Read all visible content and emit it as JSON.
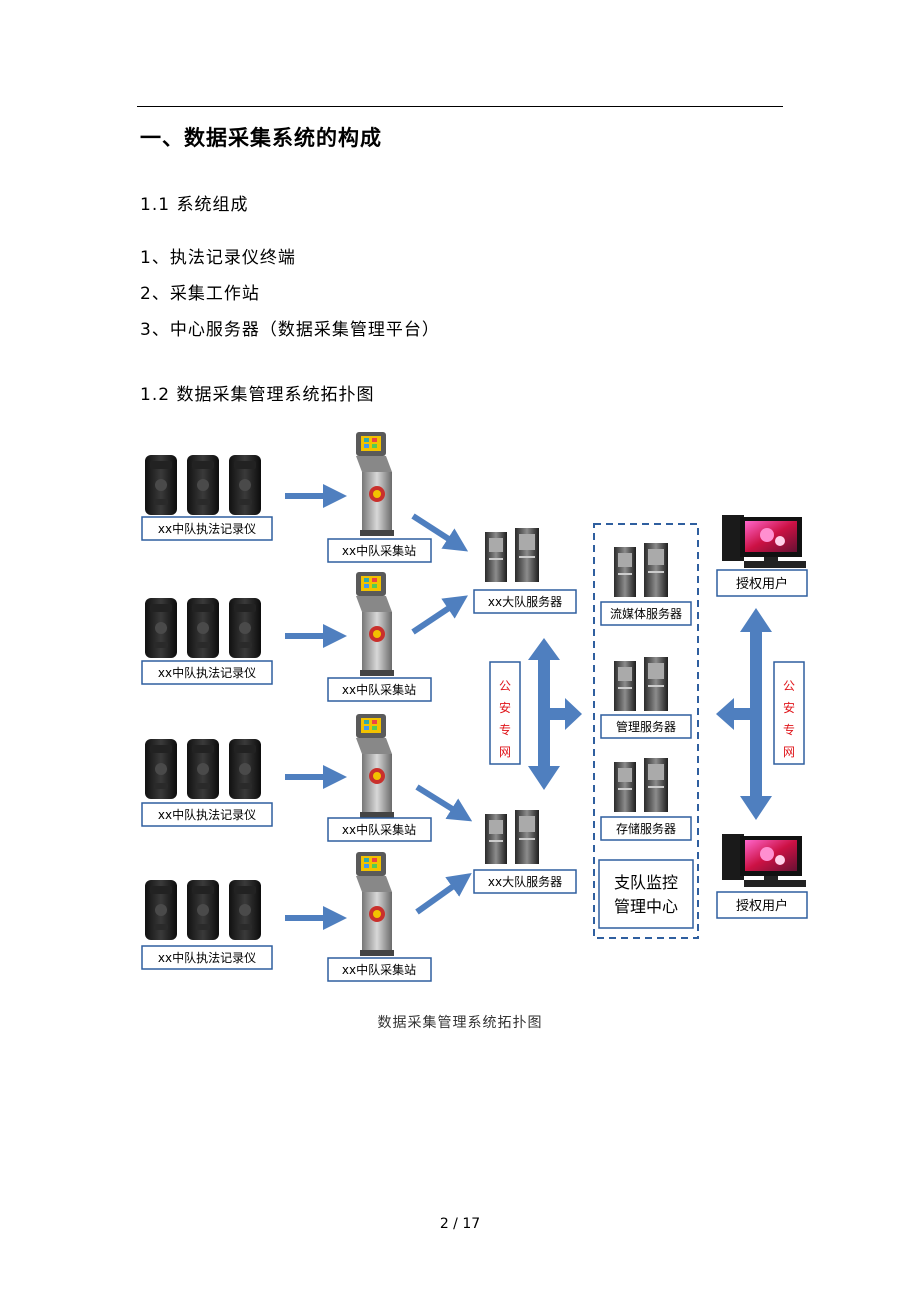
{
  "heading": "一、数据采集系统的构成",
  "section_1_1": "1.1 系统组成",
  "items": [
    "1、执法记录仪终端",
    "2、采集工作站",
    "3、中心服务器（数据采集管理平台）"
  ],
  "section_1_2": "1.2 数据采集管理系统拓扑图",
  "diagram": {
    "recorder_label": "xx中队执法记录仪",
    "station_label": "xx中队采集站",
    "brigade_server_label": "xx大队服务器",
    "streaming_server_label": "流媒体服务器",
    "mgmt_server_label": "管理服务器",
    "storage_server_label": "存储服务器",
    "center_label_1": "支队监控",
    "center_label_2": "管理中心",
    "user_label": "授权用户",
    "network_chars": [
      "公",
      "安",
      "专",
      "网"
    ],
    "colors": {
      "arrow": "#4f7fbf",
      "border": "#2f5f9f",
      "network_text": "#e0161b"
    }
  },
  "caption": "数据采集管理系统拓扑图",
  "page": "2 / 17"
}
